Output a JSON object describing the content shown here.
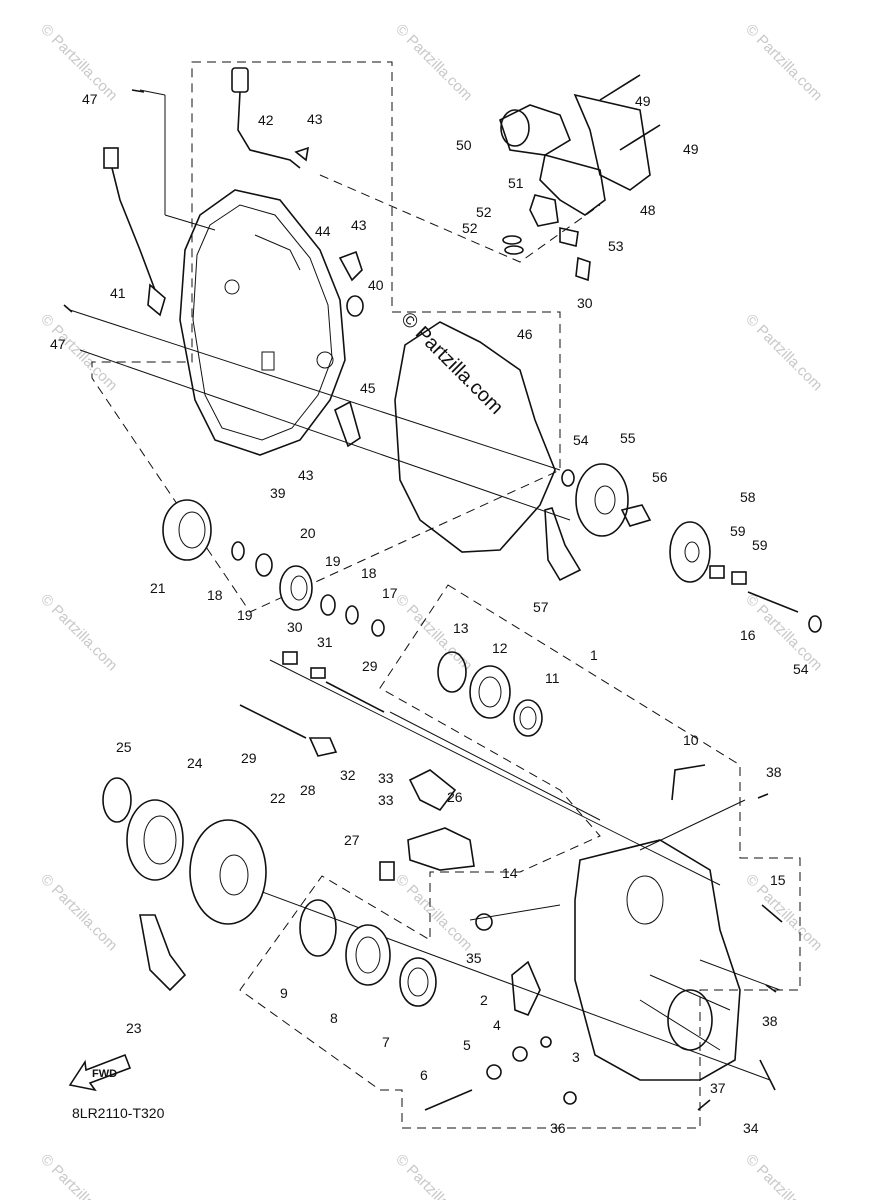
{
  "diagram_code": "8LR2110-T320",
  "fwd_label": "FWD",
  "center_watermark": "© Partzilla.com",
  "corner_watermark": "© Partzilla.com",
  "callouts": [
    {
      "id": "c1",
      "text": "1"
    },
    {
      "id": "c2",
      "text": "2"
    },
    {
      "id": "c3",
      "text": "3"
    },
    {
      "id": "c4",
      "text": "4"
    },
    {
      "id": "c5",
      "text": "5"
    },
    {
      "id": "c6",
      "text": "6"
    },
    {
      "id": "c7",
      "text": "7"
    },
    {
      "id": "c8",
      "text": "8"
    },
    {
      "id": "c9",
      "text": "9"
    },
    {
      "id": "c10",
      "text": "10"
    },
    {
      "id": "c11",
      "text": "11"
    },
    {
      "id": "c12",
      "text": "12"
    },
    {
      "id": "c13",
      "text": "13"
    },
    {
      "id": "c14",
      "text": "14"
    },
    {
      "id": "c15",
      "text": "15"
    },
    {
      "id": "c16",
      "text": "16"
    },
    {
      "id": "c17",
      "text": "17"
    },
    {
      "id": "c18a",
      "text": "18"
    },
    {
      "id": "c18b",
      "text": "18"
    },
    {
      "id": "c19a",
      "text": "19"
    },
    {
      "id": "c19b",
      "text": "19"
    },
    {
      "id": "c20",
      "text": "20"
    },
    {
      "id": "c21",
      "text": "21"
    },
    {
      "id": "c22",
      "text": "22"
    },
    {
      "id": "c23",
      "text": "23"
    },
    {
      "id": "c24",
      "text": "24"
    },
    {
      "id": "c25",
      "text": "25"
    },
    {
      "id": "c26",
      "text": "26"
    },
    {
      "id": "c27",
      "text": "27"
    },
    {
      "id": "c28",
      "text": "28"
    },
    {
      "id": "c29a",
      "text": "29"
    },
    {
      "id": "c29b",
      "text": "29"
    },
    {
      "id": "c30a",
      "text": "30"
    },
    {
      "id": "c30b",
      "text": "30"
    },
    {
      "id": "c31",
      "text": "31"
    },
    {
      "id": "c32",
      "text": "32"
    },
    {
      "id": "c33a",
      "text": "33"
    },
    {
      "id": "c33b",
      "text": "33"
    },
    {
      "id": "c34",
      "text": "34"
    },
    {
      "id": "c35",
      "text": "35"
    },
    {
      "id": "c36",
      "text": "36"
    },
    {
      "id": "c37",
      "text": "37"
    },
    {
      "id": "c38a",
      "text": "38"
    },
    {
      "id": "c38b",
      "text": "38"
    },
    {
      "id": "c39",
      "text": "39"
    },
    {
      "id": "c40",
      "text": "40"
    },
    {
      "id": "c41",
      "text": "41"
    },
    {
      "id": "c42",
      "text": "42"
    },
    {
      "id": "c43a",
      "text": "43"
    },
    {
      "id": "c43b",
      "text": "43"
    },
    {
      "id": "c43c",
      "text": "43"
    },
    {
      "id": "c44",
      "text": "44"
    },
    {
      "id": "c45",
      "text": "45"
    },
    {
      "id": "c46",
      "text": "46"
    },
    {
      "id": "c47a",
      "text": "47"
    },
    {
      "id": "c47b",
      "text": "47"
    },
    {
      "id": "c48",
      "text": "48"
    },
    {
      "id": "c49a",
      "text": "49"
    },
    {
      "id": "c49b",
      "text": "49"
    },
    {
      "id": "c50",
      "text": "50"
    },
    {
      "id": "c51",
      "text": "51"
    },
    {
      "id": "c52a",
      "text": "52"
    },
    {
      "id": "c52b",
      "text": "52"
    },
    {
      "id": "c53",
      "text": "53"
    },
    {
      "id": "c54a",
      "text": "54"
    },
    {
      "id": "c54b",
      "text": "54"
    },
    {
      "id": "c55",
      "text": "55"
    },
    {
      "id": "c56",
      "text": "56"
    },
    {
      "id": "c57",
      "text": "57"
    },
    {
      "id": "c58",
      "text": "58"
    },
    {
      "id": "c59a",
      "text": "59"
    },
    {
      "id": "c59b",
      "text": "59"
    }
  ]
}
